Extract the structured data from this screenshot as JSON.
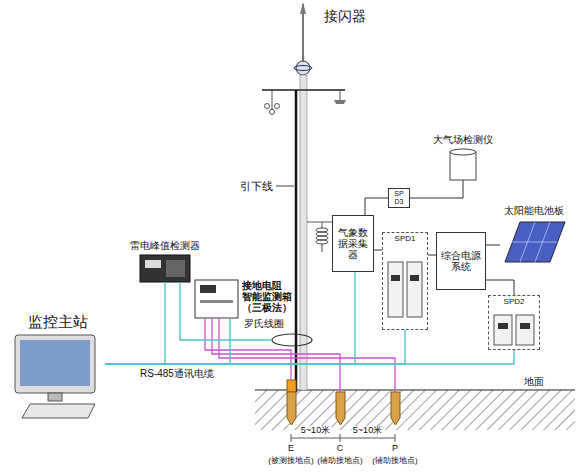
{
  "diagram": {
    "nodes": [
      {
        "text": [
          "监控主站"
        ]
      },
      {
        "text": [
          "雷电峰值检测器"
        ]
      },
      {
        "text": [
          "罗氏线圈"
        ]
      },
      {
        "text": [
          "接地电阻 智能监测箱 （三极法）"
        ]
      },
      {
        "text": [
          "气象数据采集器"
        ]
      },
      {
        "text": [
          "SPD3"
        ]
      },
      {
        "text": [
          "大气场检测仪"
        ]
      },
      {
        "text": [
          "SPD1"
        ]
      },
      {
        "text": [
          "综合电源系统"
        ]
      },
      {
        "text": [
          "太阳能电池板"
        ]
      },
      {
        "text": [
          "SPD2"
        ]
      }
    ],
    "edges": [
      {
        "from": 0,
        "to": 1,
        "arrow": "none"
      },
      {
        "from": 0,
        "to": 3,
        "arrow": "none"
      },
      {
        "from": 0,
        "to": 4,
        "arrow": "none"
      },
      {
        "from": 0,
        "to": 7,
        "arrow": "none"
      },
      {
        "from": 0,
        "to": 10,
        "arrow": "none"
      },
      {
        "from": 2,
        "to": 1,
        "arrow": "none"
      },
      {
        "from": 4,
        "to": 5,
        "arrow": "none"
      },
      {
        "from": 5,
        "to": 6,
        "arrow": "none"
      },
      {
        "from": 8,
        "to": 7,
        "arrow": "none"
      },
      {
        "from": 7,
        "to": 4,
        "arrow": "none"
      },
      {
        "from": 8,
        "to": 9,
        "arrow": "none"
      },
      {
        "from": 8,
        "to": 10,
        "arrow": "none"
      }
    ],
    "labels": [
      "接闪器",
      "引下线",
      "RS-485通讯电缆",
      "地面",
      "5~10米",
      "5~10米",
      "E",
      "C",
      "P",
      "(被测接地点)",
      "(辅助接地点)",
      "(辅助接地点)"
    ]
  }
}
